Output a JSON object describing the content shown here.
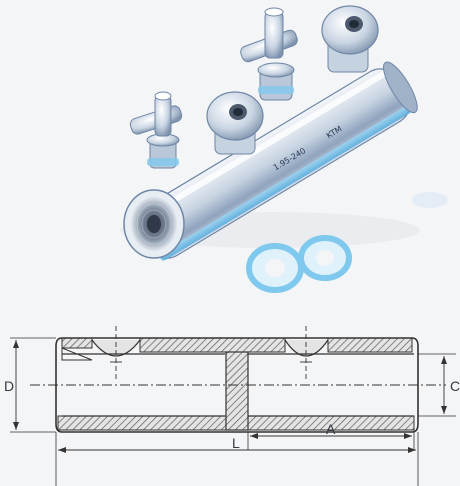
{
  "product": {
    "marking_size": "1.95-240",
    "marking_code": "KTM"
  },
  "drawing": {
    "label_d": "D",
    "label_c": "C",
    "label_a": "A",
    "label_l": "L"
  },
  "colors": {
    "metal_light": "#e9eef5",
    "metal_mid": "#b9c7d8",
    "metal_dark": "#6f86a6",
    "highlight_blue": "#7fc8ee",
    "hatch": "#555555",
    "line": "#333333",
    "paper": "#f4f5f7"
  }
}
